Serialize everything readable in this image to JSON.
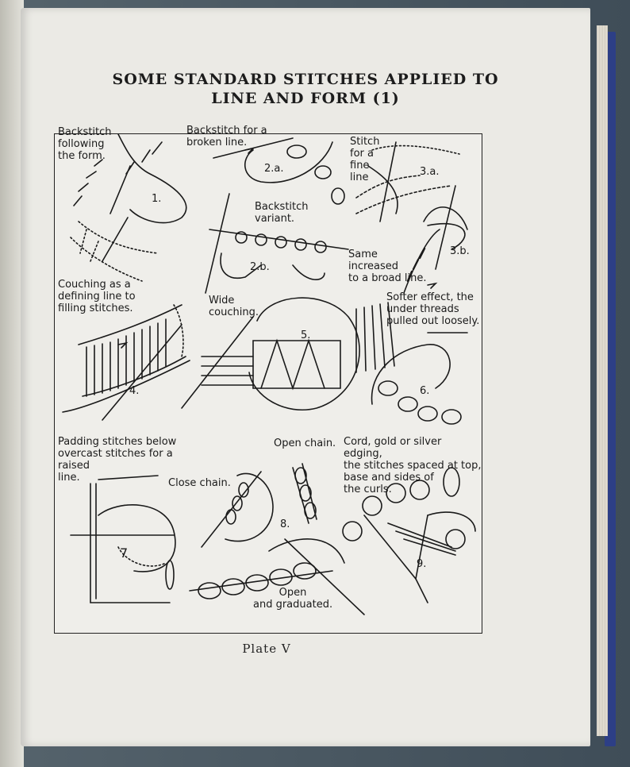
{
  "title_line1": "SOME STANDARD STITCHES APPLIED TO",
  "title_line2": "LINE AND FORM (1)",
  "plate_caption": "Plate V",
  "labels": {
    "backstitch_form": "Backstitch\nfollowing\nthe form.",
    "backstitch_broken": "Backstitch for a\nbroken line.",
    "stitch_fine": "Stitch\nfor a\nfine\nline",
    "backstitch_variant": "Backstitch\nvariant.",
    "same_increased": "Same\nincreased\nto a broad line.",
    "couching_defining": "Couching as a\ndefining line to\nfilling stitches.",
    "wide_couching": "Wide\ncouching.",
    "softer_effect": "Softer effect, the\nunder threads\npulled out loosely.",
    "padding_stitches": "Padding stitches below\novercast stitches for a\nraised\nline.",
    "open_chain": "Open chain.",
    "cord_edging": "Cord, gold or silver edging,\nthe stitches spaced at top,\nbase and sides of\nthe curls.",
    "close_chain": "Close chain.",
    "open_graduated": "Open\nand graduated."
  },
  "numbers": {
    "n1": "1.",
    "n2a": "2.a.",
    "n3a": "3.a.",
    "n2b": "2.b.",
    "n3b": "3.b.",
    "n4": "4.",
    "n5": "5.",
    "n6": "6.",
    "n7": "7",
    "n8": "8.",
    "n9": "9."
  }
}
